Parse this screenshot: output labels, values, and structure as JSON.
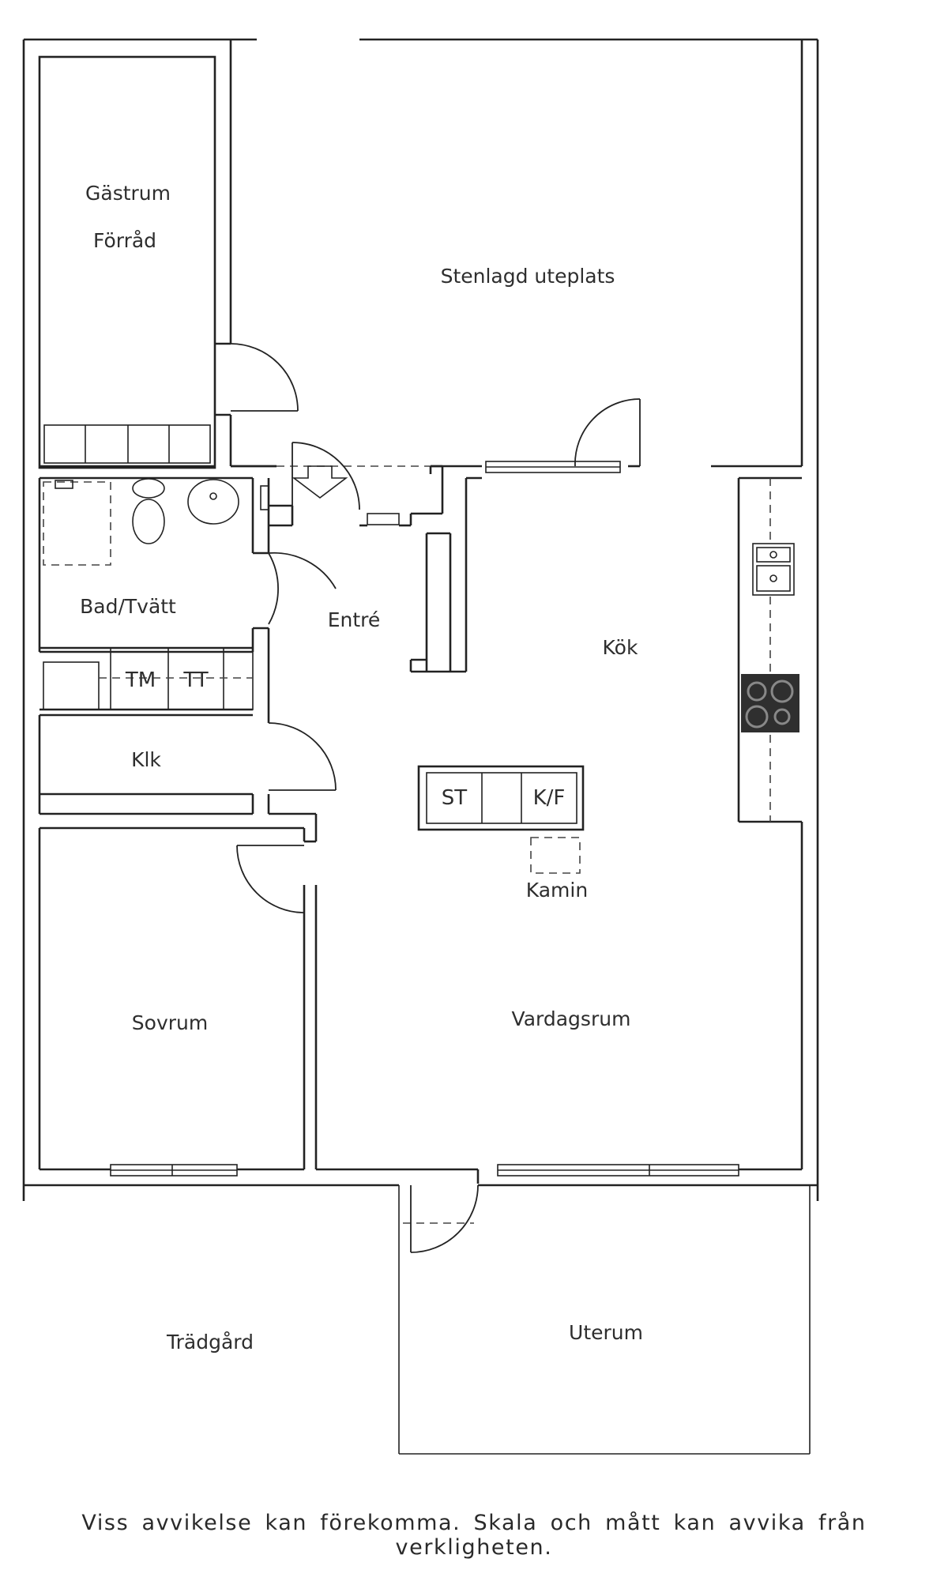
{
  "rooms": {
    "gastrum": "Gästrum",
    "forrad": "Förråd",
    "uteplats": "Stenlagd uteplats",
    "bad": "Bad/Tvätt",
    "entre": "Entré",
    "kok": "Kök",
    "klk": "Klk",
    "sovrum": "Sovrum",
    "vardagsrum": "Vardagsrum",
    "tradgard": "Trädgård",
    "uterum": "Uterum"
  },
  "appliances": {
    "tm": "TM",
    "tt": "TT",
    "st": "ST",
    "kf": "K/F",
    "kamin": "Kamin"
  },
  "disclaimer": "Viss avvikelse kan förekomma. Skala och mått kan avvika från verkligheten."
}
